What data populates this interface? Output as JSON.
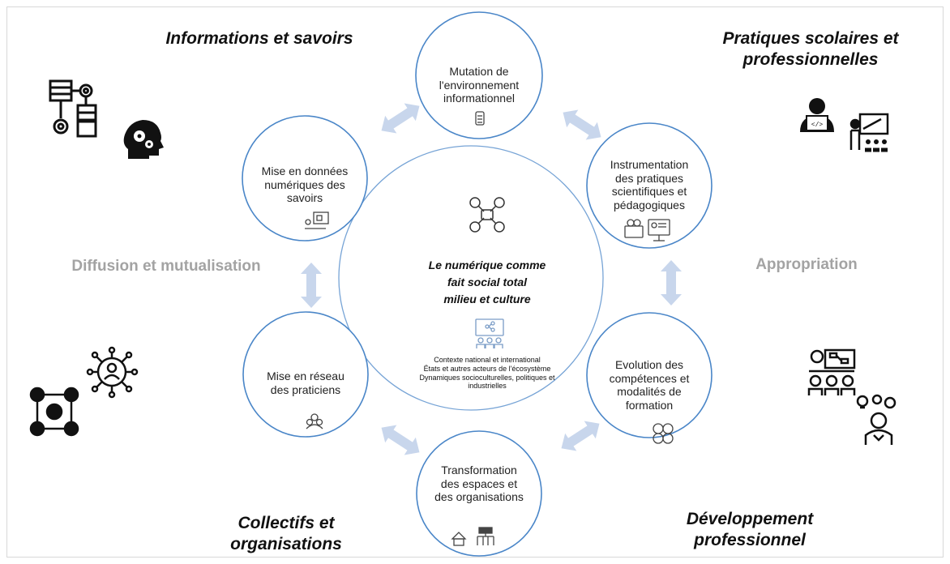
{
  "corners": {
    "top_left": "Informations et savoirs",
    "top_right": [
      "Pratiques scolaires et",
      "professionnelles"
    ],
    "bottom_left": [
      "Collectifs et",
      "organisations"
    ],
    "bottom_right": [
      "Développement",
      "professionnel"
    ]
  },
  "sides": {
    "left": "Diffusion et mutualisation",
    "right": "Appropriation"
  },
  "center": {
    "title": [
      "Le numérique comme",
      "fait social total",
      "milieu et culture"
    ],
    "context": [
      "Contexte national et international",
      "États et autres acteurs de l'écosystème",
      "Dynamiques socioculturelles, politiques et",
      "industrielles"
    ]
  },
  "nodes": {
    "top": [
      "Mutation de",
      "l'environnement",
      "informationnel"
    ],
    "upper_right": [
      "Instrumentation",
      "des pratiques",
      "scientifiques et",
      "pédagogiques"
    ],
    "lower_right": [
      "Evolution des",
      "compétences et",
      "modalités de",
      "formation"
    ],
    "bottom": [
      "Transformation",
      "des espaces et",
      "des organisations"
    ],
    "lower_left": [
      "Mise en réseau",
      "des praticiens"
    ],
    "upper_left": [
      "Mise en données",
      "numériques des",
      "savoirs"
    ]
  },
  "colors": {
    "circle_stroke": "#4a86c8",
    "arrow_fill": "#c8d6ec",
    "side_text": "#a3a3a3"
  }
}
